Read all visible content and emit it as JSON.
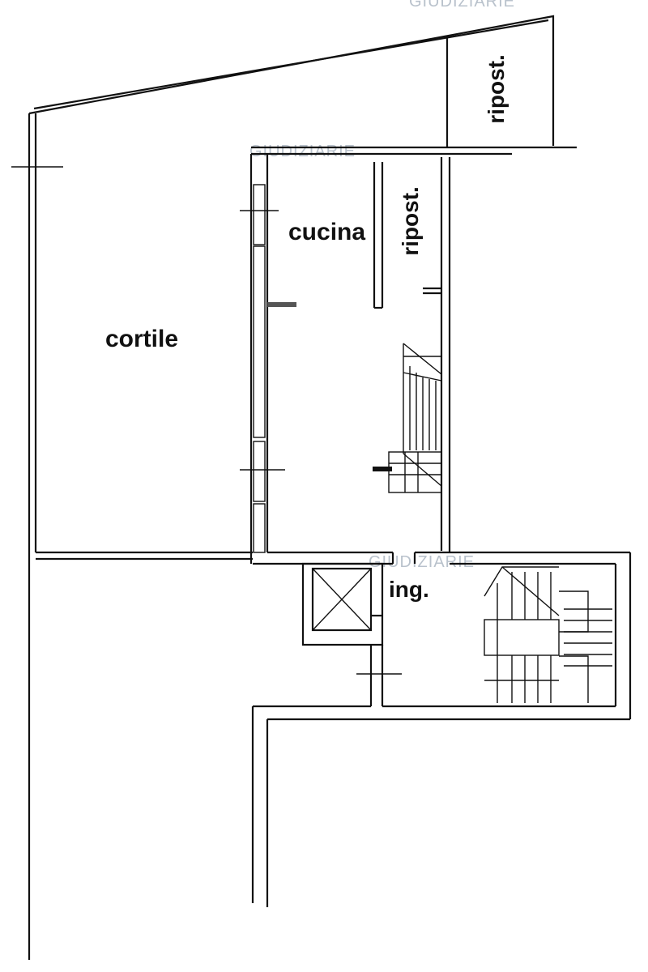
{
  "rooms": {
    "cortile": "cortile",
    "cucina": "cucina",
    "ripost_top": "ripost.",
    "ripost_small": "ripost.",
    "ingresso": "ing."
  },
  "watermark": "GIUDIZIARIE",
  "colors": {
    "wall": "#111111",
    "watermark": "#b9c2cc",
    "background": "#ffffff"
  }
}
